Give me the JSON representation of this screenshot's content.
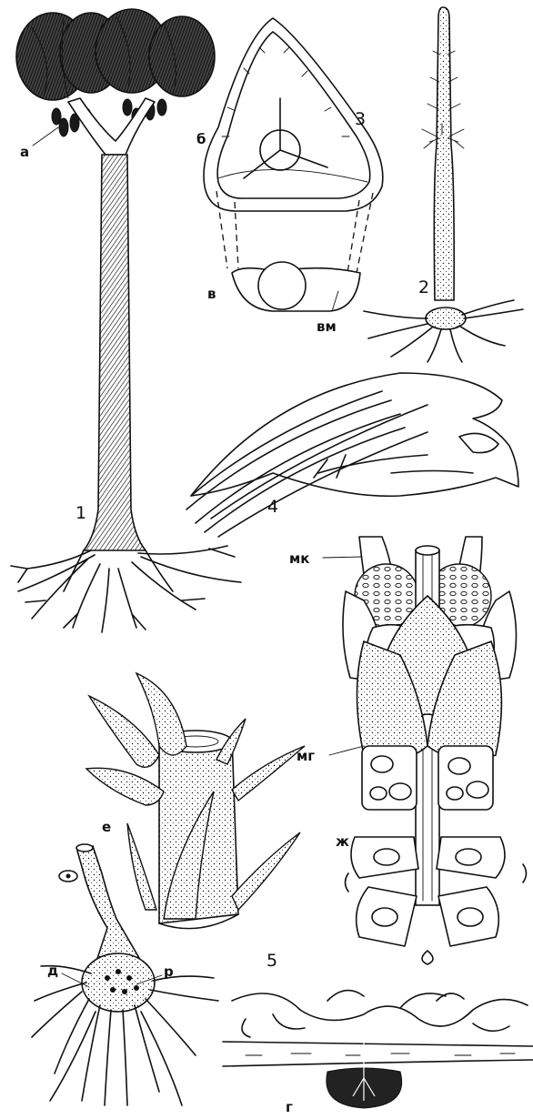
{
  "figure_labels": {
    "fig1": "1",
    "fig2": "2",
    "fig3": "3",
    "fig4": "4",
    "fig5": "5",
    "a": "а",
    "b": "б",
    "v": "в",
    "vm": "вм",
    "mk": "мк",
    "mg": "мг",
    "e": "е",
    "zh": "ж",
    "d": "д",
    "r": "р",
    "g": "г"
  },
  "colors": {
    "ink": "#111111",
    "paper": "#ffffff"
  }
}
